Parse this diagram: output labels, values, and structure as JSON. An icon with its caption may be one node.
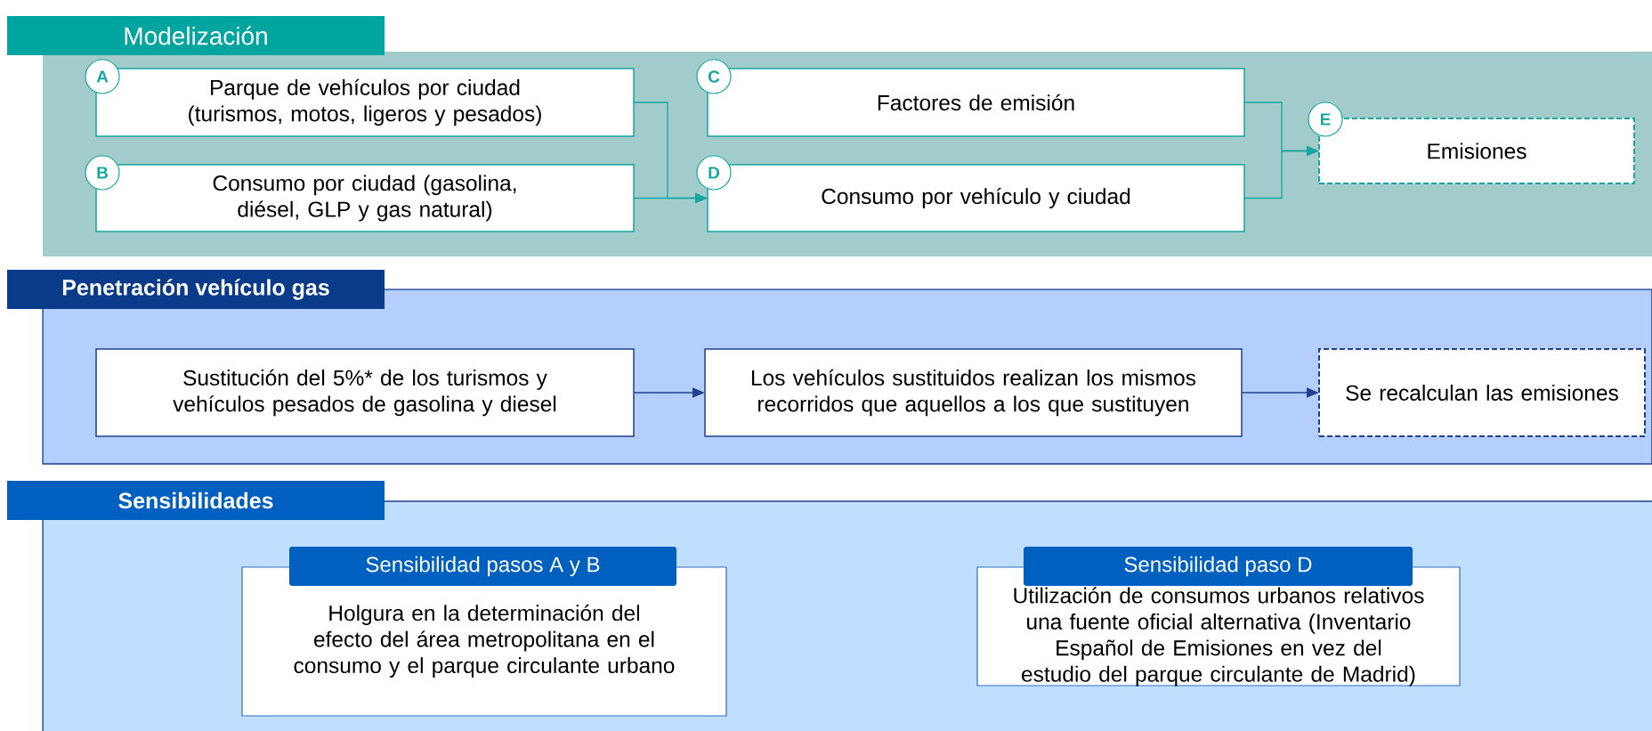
{
  "diagram": {
    "nodes": [
      {
        "text": [
          "Modelización"
        ]
      },
      {
        "text": [
          "A",
          "Parque de vehículos por ciudad (turismos, motos, ligeros y pesados)"
        ],
        "in": 0
      },
      {
        "text": [
          "B",
          "Consumo por ciudad (gasolina, diésel, GLP y gas natural)"
        ],
        "in": 0
      },
      {
        "text": [
          "C",
          "Factores de emisión"
        ],
        "in": 0
      },
      {
        "text": [
          "D",
          "Consumo por vehículo y ciudad"
        ],
        "in": 0
      },
      {
        "text": [
          "E",
          "Emisiones"
        ],
        "in": 0
      },
      {
        "text": [
          "Penetración vehículo gas"
        ]
      },
      {
        "text": [
          "Sustitución del 5%* de los turismos y vehículos pesados de gasolina y diesel"
        ],
        "in": 6
      },
      {
        "text": [
          "Los vehículos sustituidos realizan los mismos recorridos que aquellos a los que sustituyen"
        ],
        "in": 6
      },
      {
        "text": [
          "Se recalculan las emisiones"
        ],
        "in": 6
      },
      {
        "text": [
          "Sensibilidades"
        ]
      },
      {
        "text": [
          "Sensibilidad pasos A y B",
          "Holgura en la determinación del efecto del área metropolitana en el consumo y el parque circulante urbano"
        ],
        "in": 10
      },
      {
        "text": [
          "Sensibilidad paso D",
          "Utilización de consumos urbanos relativos una fuente oficial alternativa (Inventario Español de Emisiones en vez del estudio del parque circulante de Madrid)"
        ],
        "in": 10
      }
    ],
    "edges": [
      {
        "from": 1,
        "to": 4,
        "arrow": "to"
      },
      {
        "from": 2,
        "to": 4,
        "arrow": "to"
      },
      {
        "from": 3,
        "to": 5,
        "arrow": "to"
      },
      {
        "from": 4,
        "to": 5,
        "arrow": "to"
      },
      {
        "from": 7,
        "to": 8,
        "arrow": "to",
        "color": "#1f3f8f"
      },
      {
        "from": 8,
        "to": 9,
        "arrow": "to",
        "color": "#1f3f8f"
      }
    ]
  }
}
